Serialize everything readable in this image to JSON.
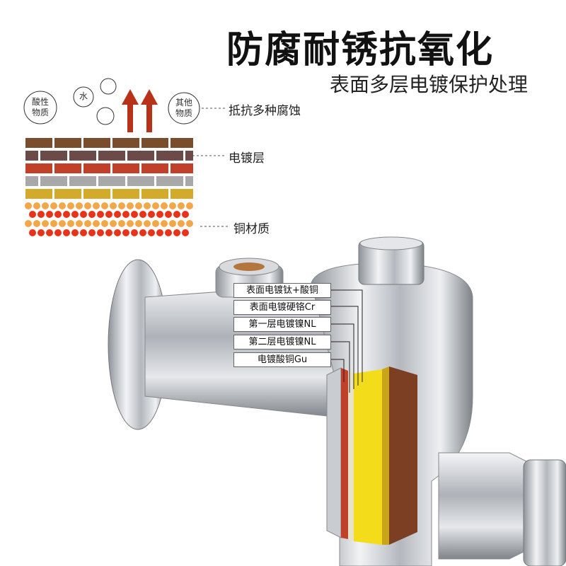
{
  "header": {
    "title": "防腐耐锈抗氧化",
    "subtitle": "表面多层电镀保护处理"
  },
  "corrosion_agents": [
    {
      "line1": "酸性",
      "line2": "物质"
    },
    {
      "line1": "水",
      "line2": ""
    },
    {
      "line1": "其他",
      "line2": "物质"
    }
  ],
  "legend": {
    "resist": "抵抗多种腐蚀",
    "plating": "电镀层",
    "copper": "铜材质"
  },
  "plating_layers": [
    "表面电镀钛+酸铜",
    "表面电镀硬铬Cr",
    "第一层电镀镍NL",
    "第二层电镀镍NL",
    "电镀酸铜Gu"
  ],
  "colors": {
    "arrow": "#b8321a",
    "brick_brown": "#7a4e2d",
    "brick_dark": "#6b4a47",
    "brick_red": "#c0402a",
    "brick_gray": "#a8a8a8",
    "brick_gold": "#d4aa2a",
    "dot_red": "#e8321a",
    "dot_orange": "#f2a84a",
    "cut_yellow": "#f3dc1a",
    "cut_brown": "#7c3f24",
    "chrome": "#c9ccd1"
  }
}
